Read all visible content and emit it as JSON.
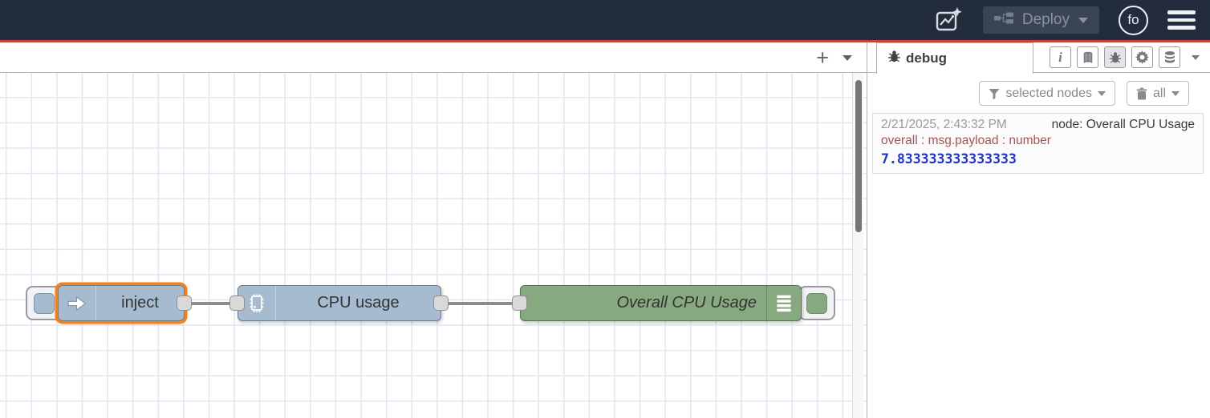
{
  "header": {
    "deploy_label": "Deploy",
    "avatar_text": "fo"
  },
  "flow_tabs": {
    "add_button": "+"
  },
  "canvas": {
    "nodes": {
      "inject": {
        "label": "inject",
        "type": "inject",
        "color": "#a6bbcf",
        "selected": true
      },
      "cpu": {
        "label": "CPU usage",
        "type": "cpu",
        "color": "#a6bbcf",
        "selected": false
      },
      "debug": {
        "label": "Overall CPU Usage",
        "type": "debug",
        "color": "#87a980",
        "selected": false
      }
    }
  },
  "sidebar": {
    "tab_label": "debug",
    "filter_button_label": "selected nodes",
    "clear_button_label": "all",
    "message": {
      "timestamp": "2/21/2025, 2:43:32 PM",
      "node_label": "node: Overall CPU Usage",
      "property": "overall : msg.payload : number",
      "value": "7.833333333333333"
    }
  },
  "colors": {
    "header_bg": "#222c3c",
    "accent_red": "#c8423c",
    "node_blue": "#a6bbcf",
    "node_green": "#87a980",
    "selection_orange": "#ff7f0e",
    "debug_property_red": "#ad5252",
    "debug_value_blue": "#2033cc"
  }
}
